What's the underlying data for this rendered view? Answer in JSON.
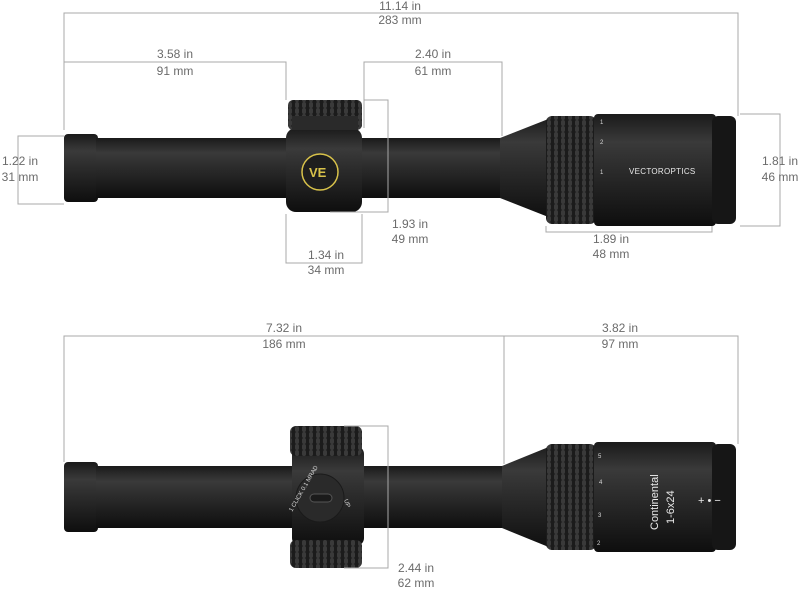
{
  "dimensions": {
    "overall_length": {
      "in": "11.14 in",
      "mm": "283 mm"
    },
    "front_to_turret": {
      "in": "3.58 in",
      "mm": "91 mm"
    },
    "turret_to_eyepiece": {
      "in": "2.40 in",
      "mm": "61 mm"
    },
    "tube_diameter": {
      "in": "1.22 in",
      "mm": "31 mm"
    },
    "eyepiece_diameter": {
      "in": "1.81 in",
      "mm": "46 mm"
    },
    "turret_height_side": {
      "in": "1.93 in",
      "mm": "49 mm"
    },
    "turret_width": {
      "in": "1.34 in",
      "mm": "34 mm"
    },
    "eyepiece_length": {
      "in": "1.89 in",
      "mm": "48 mm"
    },
    "front_section": {
      "in": "7.32 in",
      "mm": "186 mm"
    },
    "rear_section": {
      "in": "3.82 in",
      "mm": "97 mm"
    },
    "turret_height_top": {
      "in": "2.44 in",
      "mm": "62 mm"
    }
  },
  "scope_labels": {
    "brand": "VECTOROPTICS",
    "series": "Continental",
    "model": "1-6x24",
    "turret_marking": "1 CLICK 0.1 MRAD",
    "turret_direction": "UP",
    "plus_minus": "+ • −",
    "mag_numbers_side": [
      "1",
      "2",
      "1"
    ],
    "mag_numbers_top": [
      "2",
      "3",
      "4",
      "5"
    ]
  },
  "colors": {
    "scope_body": "#2a2a2a",
    "logo_accent": "#d8c24a",
    "dimension_text": "#6b6b6b",
    "dimension_line": "#a8a8a8"
  }
}
